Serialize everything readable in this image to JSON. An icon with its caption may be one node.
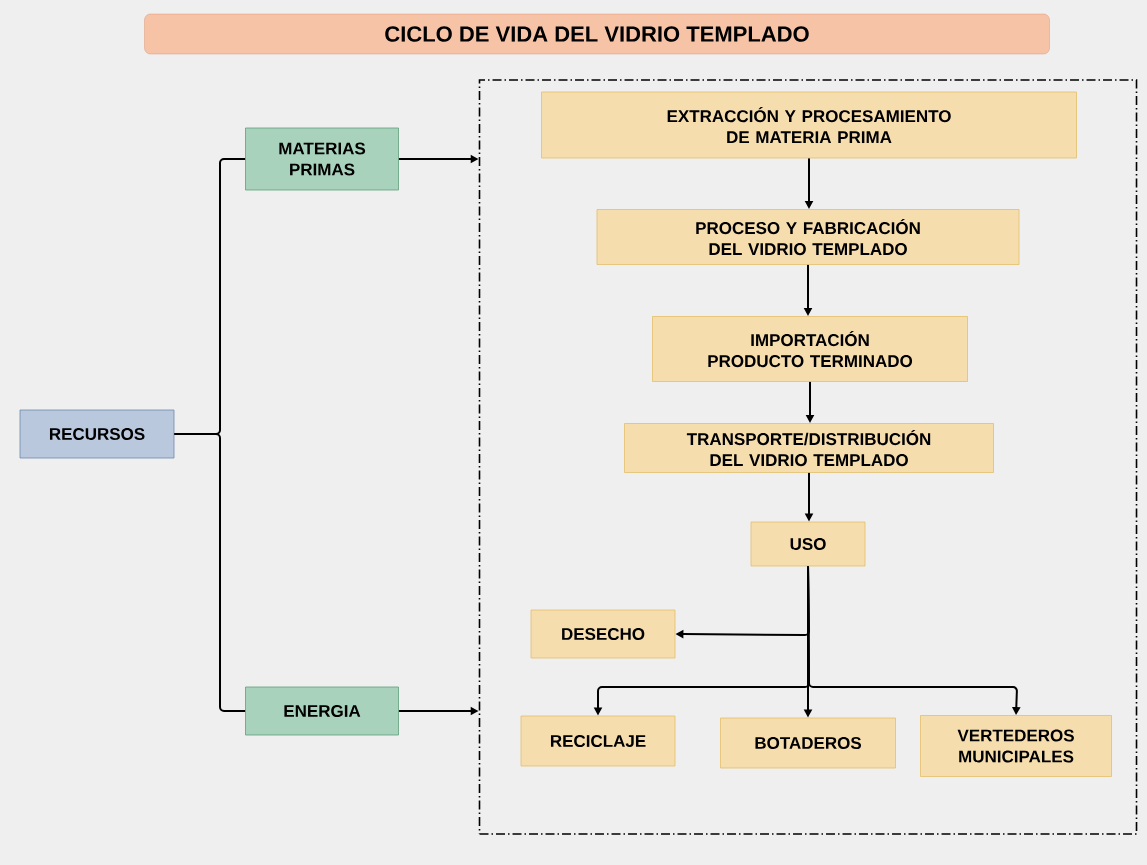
{
  "diagram": {
    "title": "CICLO DE VIDA DEL VIDRIO TEMPLADO",
    "nodes": [
      {
        "text": [
          "RECURSOS"
        ]
      },
      {
        "text": [
          "MATERIAS PRIMAS"
        ]
      },
      {
        "text": [
          "ENERGIA"
        ]
      },
      {
        "text": [],
        "shape": "box"
      },
      {
        "text": [
          "EXTRACCIÓN Y PROCESAMIENTO DE MATERIA PRIMA"
        ],
        "in": 3
      },
      {
        "text": [
          "PROCESO Y FABRICACIÓN DEL VIDRIO TEMPLADO"
        ],
        "in": 3
      },
      {
        "text": [
          "IMPORTACIÓN PRODUCTO TERMINADO"
        ],
        "in": 3
      },
      {
        "text": [
          "TRANSPORTE/DISTRIBUCIÓN DEL VIDRIO TEMPLADO"
        ],
        "in": 3
      },
      {
        "text": [
          "USO"
        ],
        "in": 3
      },
      {
        "text": [
          "DESECHO"
        ],
        "in": 3
      },
      {
        "text": [
          "RECICLAJE"
        ],
        "in": 3
      },
      {
        "text": [
          "BOTADEROS"
        ],
        "in": 3
      },
      {
        "text": [
          "VERTEDEROS MUNICIPALES"
        ],
        "in": 3
      }
    ],
    "edges": [
      {
        "from": 0,
        "to": 1,
        "arrow": "none"
      },
      {
        "from": 0,
        "to": 2,
        "arrow": "none"
      },
      {
        "from": 1,
        "to": 3,
        "arrow": "to"
      },
      {
        "from": 2,
        "to": 3,
        "arrow": "to"
      },
      {
        "from": 4,
        "to": 5,
        "arrow": "to"
      },
      {
        "from": 5,
        "to": 6,
        "arrow": "to"
      },
      {
        "from": 6,
        "to": 7,
        "arrow": "to"
      },
      {
        "from": 7,
        "to": 8,
        "arrow": "to"
      },
      {
        "from": 8,
        "to": 9,
        "arrow": "to"
      },
      {
        "from": 8,
        "to": 10,
        "arrow": "to"
      },
      {
        "from": 8,
        "to": 11,
        "arrow": "to"
      },
      {
        "from": 8,
        "to": 12,
        "arrow": "to"
      }
    ]
  }
}
